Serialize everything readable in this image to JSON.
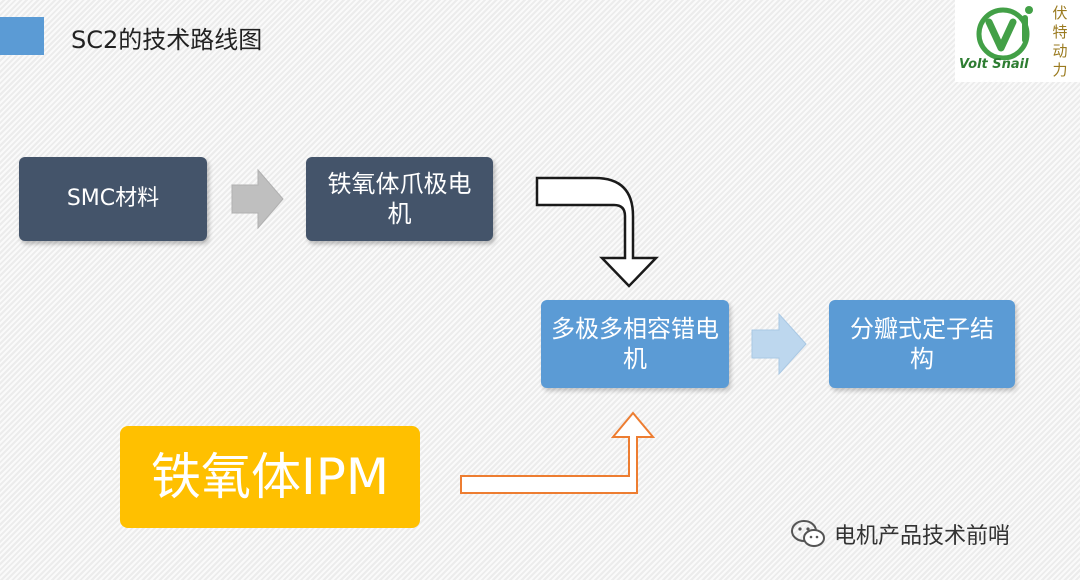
{
  "header": {
    "title": "SC2的技术路线图"
  },
  "logo": {
    "brand_text": "Volt Snail",
    "vertical_chars": [
      "伏",
      "特",
      "动",
      "力"
    ]
  },
  "nodes": {
    "smc": "SMC材料",
    "claw_pole": "铁氧体爪极电机",
    "multi_phase": "多极多相容错电机",
    "split_stator": "分瓣式定子结构",
    "ferrite_ipm": "铁氧体IPM"
  },
  "watermark": {
    "text": "电机产品技术前哨"
  },
  "colors": {
    "dark_box": "#44546a",
    "blue_box": "#5b9bd5",
    "gold_box": "#ffc000",
    "arrow_gray": "#bfbfbf",
    "arrow_light_blue": "#bdd7ee",
    "arrow_orange": "#ed7d31"
  }
}
